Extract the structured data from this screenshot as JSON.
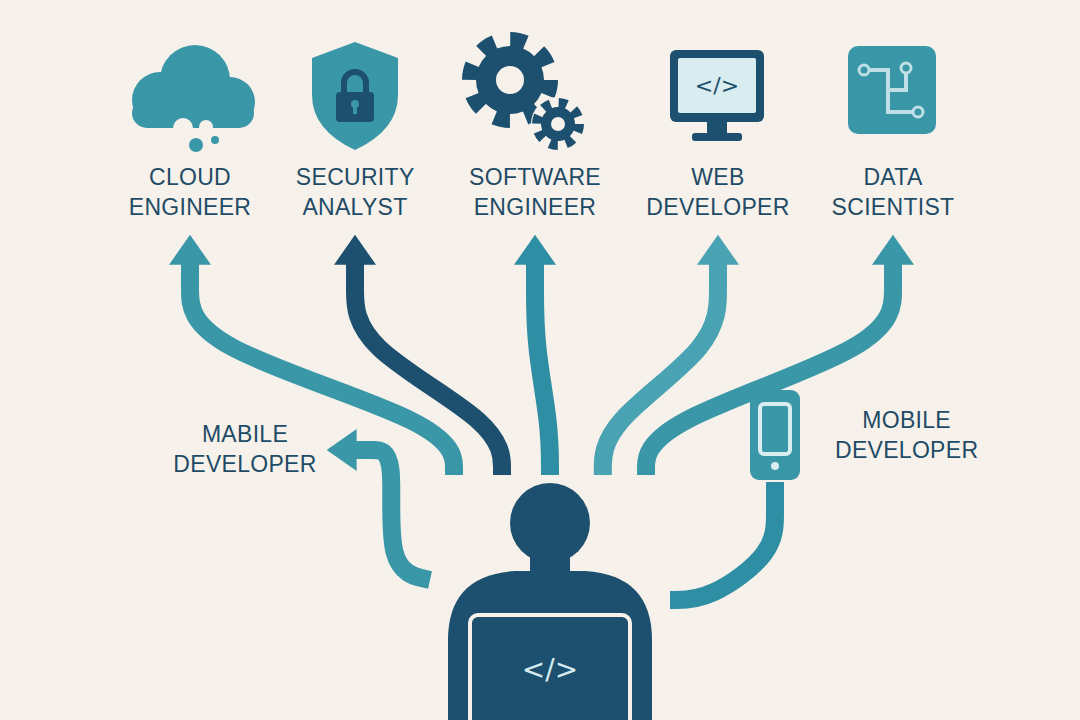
{
  "diagram": {
    "nodes": [
      {
        "text": [
          "CLOUD ENGINEER"
        ]
      },
      {
        "text": [
          "SECURITY ANALYST"
        ]
      },
      {
        "text": [
          "SOFTWARE ENGINEER"
        ]
      },
      {
        "text": [
          "WEB DEVELOPER"
        ]
      },
      {
        "text": [
          "DATA SCIENTIST"
        ]
      },
      {
        "text": [
          "MABILE DEVELOPER"
        ]
      },
      {
        "text": [
          "MOBILE DEVELOPER"
        ]
      },
      {
        "text": [
          "</>"
        ]
      }
    ],
    "edges": [
      {
        "from": 7,
        "to": 0,
        "arrow": "to"
      },
      {
        "from": 7,
        "to": 1,
        "arrow": "to"
      },
      {
        "from": 7,
        "to": 2,
        "arrow": "to"
      },
      {
        "from": 7,
        "to": 3,
        "arrow": "to"
      },
      {
        "from": 7,
        "to": 4,
        "arrow": "to"
      },
      {
        "from": 7,
        "to": 5,
        "arrow": "to"
      },
      {
        "from": 7,
        "to": 6,
        "arrow": "none"
      }
    ],
    "labels": [
      "</>"
    ]
  }
}
